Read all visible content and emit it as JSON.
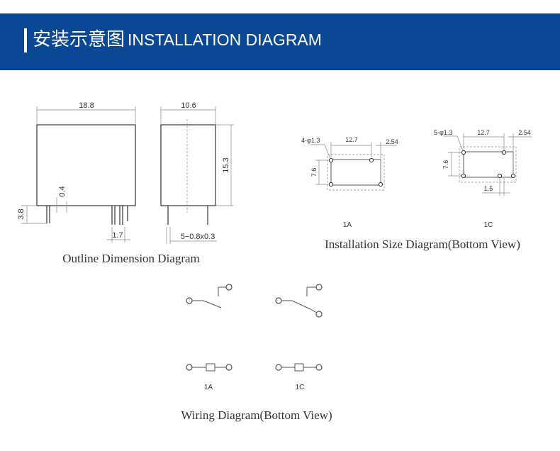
{
  "header": {
    "title_zh": "安装示意图",
    "title_en": "INSTALLATION DIAGRAM"
  },
  "outline": {
    "caption": "Outline Dimension Diagram",
    "dims": {
      "width": "18.8",
      "depth": "10.6",
      "height": "15.3",
      "pin_length": "3.8",
      "gap": "0.4",
      "pin_pitch": "1.7",
      "pin_size": "5−0.8x0.3"
    }
  },
  "installation": {
    "caption": "Installation Size Diagram(Bottom View)",
    "diagrams": [
      {
        "label": "1A",
        "holes": "4-φ1.3",
        "span": "12.7",
        "offset": "2.54",
        "height": "7.6"
      },
      {
        "label": "1C",
        "holes": "5-φ1.3",
        "span": "12.7",
        "offset": "2.54",
        "height": "7.6",
        "extra": "1.5"
      }
    ]
  },
  "wiring": {
    "caption": "Wiring Diagram(Bottom View)",
    "labels": [
      "1A",
      "1C"
    ]
  },
  "colors": {
    "banner": "#0a4896",
    "text": "#333333"
  }
}
